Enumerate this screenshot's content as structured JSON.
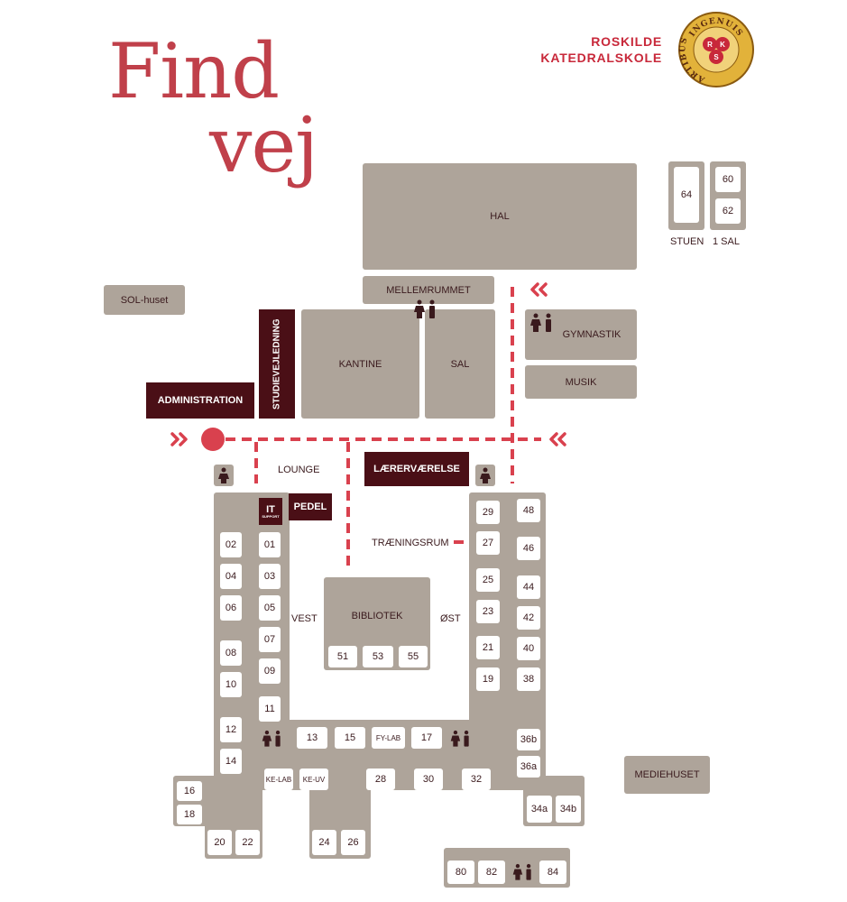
{
  "title": {
    "line1": "Find",
    "line2": "vej"
  },
  "logo": {
    "line1": "ROSKILDE",
    "line2": "KATEDRALSKOLE",
    "seal_top_text": "INGENUIS",
    "seal_left_text": "ARTIBUS",
    "seal_letters": [
      "R",
      "K",
      "S"
    ]
  },
  "buildings": {
    "hal": "HAL",
    "stuen_label": "STUEN",
    "sal1_label": "1 SAL",
    "room64": "64",
    "room60": "60",
    "room62": "62",
    "mellemrummet": "MELLEMRUMMET",
    "sol_huset": "SOL-huset",
    "studievejledning": "STUDIEVEJLEDNING",
    "kantine": "KANTINE",
    "sal": "SAL",
    "gymnastik": "GYMNASTIK",
    "musik": "MUSIK",
    "administration": "ADMINISTRATION",
    "lounge": "LOUNGE",
    "laerervaerelse": "LÆRERVÆRELSE",
    "pedel": "PEDEL",
    "it_line1": "IT",
    "it_line2": "SUPPORT",
    "traeningsrum": "TRÆNINGSRUM",
    "vest": "VEST",
    "oest": "ØST",
    "bibliotek": "BIBLIOTEK",
    "mediehuset": "MEDIEHUSET",
    "ke_lab": "KE-LAB",
    "ke_uv": "KE-UV",
    "fy_lab": "FY-LAB"
  },
  "rooms": {
    "r01": "01",
    "r02": "02",
    "r03": "03",
    "r04": "04",
    "r05": "05",
    "r06": "06",
    "r07": "07",
    "r08": "08",
    "r09": "09",
    "r10": "10",
    "r11": "11",
    "r12": "12",
    "r13": "13",
    "r14": "14",
    "r15": "15",
    "r16": "16",
    "r17": "17",
    "r18": "18",
    "r19": "19",
    "r20": "20",
    "r21": "21",
    "r22": "22",
    "r23": "23",
    "r24": "24",
    "r25": "25",
    "r26": "26",
    "r27": "27",
    "r28": "28",
    "r29": "29",
    "r30": "30",
    "r32": "32",
    "r34a": "34a",
    "r34b": "34b",
    "r36a": "36a",
    "r36b": "36b",
    "r38": "38",
    "r40": "40",
    "r42": "42",
    "r44": "44",
    "r46": "46",
    "r48": "48",
    "r51": "51",
    "r53": "53",
    "r55": "55",
    "r80": "80",
    "r82": "82",
    "r84": "84"
  },
  "colors": {
    "accent": "#c0404a",
    "building": "#aea49a",
    "dark": "#4a0f16",
    "route": "#d9414e"
  }
}
